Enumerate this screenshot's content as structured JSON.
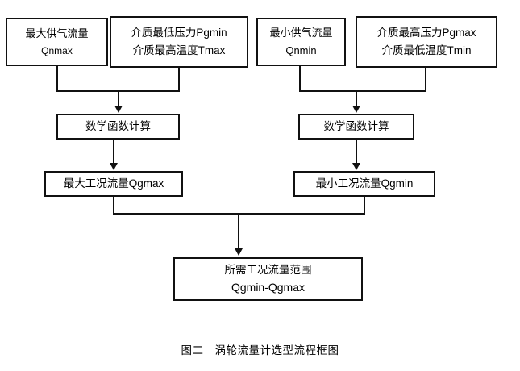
{
  "figure": {
    "caption": "图二　涡轮流量计选型流程框图"
  },
  "nodes": {
    "qnmax": {
      "line1": "最大供气流量",
      "line2": "Qnmax"
    },
    "pgmin_tmax": {
      "line1": "介质最低压力Pgmin",
      "line2": "介质最高温度Tmax"
    },
    "qnmin": {
      "line1": "最小供气流量",
      "line2": "Qnmin"
    },
    "pgmax_tmin": {
      "line1": "介质最高压力Pgmax",
      "line2": "介质最低温度Tmin"
    },
    "calc_max": {
      "line1": "数学函数计算"
    },
    "calc_min": {
      "line1": "数学函数计算"
    },
    "qgmax": {
      "line1": "最大工况流量Qgmax"
    },
    "qgmin": {
      "line1": "最小工况流量Qgmin"
    },
    "range": {
      "line1": "所需工况流量范围",
      "line2": "Qgmin-Qgmax"
    }
  },
  "colors": {
    "stroke": "#111111",
    "background": "#ffffff",
    "text": "#000000"
  }
}
